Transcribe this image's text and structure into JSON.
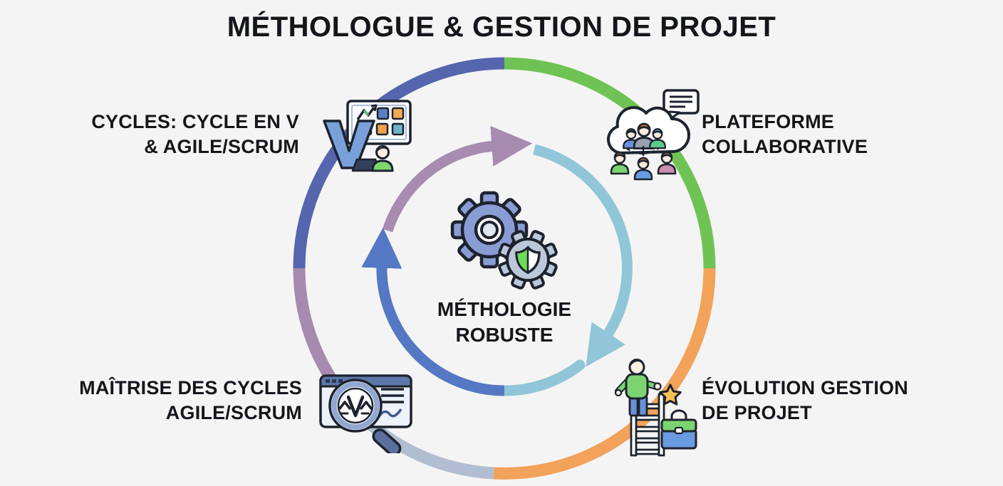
{
  "title": "MÉTHOLOGUE & GESTION DE PROJET",
  "center": {
    "line1": "MÉTHOLOGIE",
    "line2": "ROBUSTE",
    "icon": "gears-shield-icon"
  },
  "nodes": [
    {
      "id": "cycles-v-agile",
      "position": "top-left",
      "line1": "CYCLES: CYCLE EN V",
      "line2": "& AGILE/SCRUM",
      "icon": "v-cycle-dashboard-icon"
    },
    {
      "id": "plateforme-collaborative",
      "position": "top-right",
      "line1": "PLATEFORME",
      "line2": "COLLABORATIVE",
      "icon": "cloud-collaboration-icon"
    },
    {
      "id": "evolution-gestion-projet",
      "position": "bottom-right",
      "line1": "ÉVOLUTION GESTION",
      "line2": "DE PROJET",
      "icon": "career-ladder-star-icon"
    },
    {
      "id": "maitrise-cycles-agile",
      "position": "bottom-left",
      "line1": "MAÎTRISE DES CYCLES",
      "line2": "AGILE/SCRUM",
      "icon": "magnifier-review-icon"
    }
  ],
  "colors": {
    "background": "#f5f4f5",
    "text": "#15161b",
    "outer_blue": "#5565ae",
    "outer_green": "#6fc355",
    "outer_orange": "#f2a259",
    "outer_silver": "#b1bed1",
    "outer_purple": "#a68ab0",
    "inner_purple": "#a78bb0",
    "inner_teal": "#90c6d7",
    "inner_blue": "#5478c3",
    "gear_large": "#8a9cd4",
    "gear_small": "#bcc8da",
    "shield_green": "#6ade55"
  }
}
